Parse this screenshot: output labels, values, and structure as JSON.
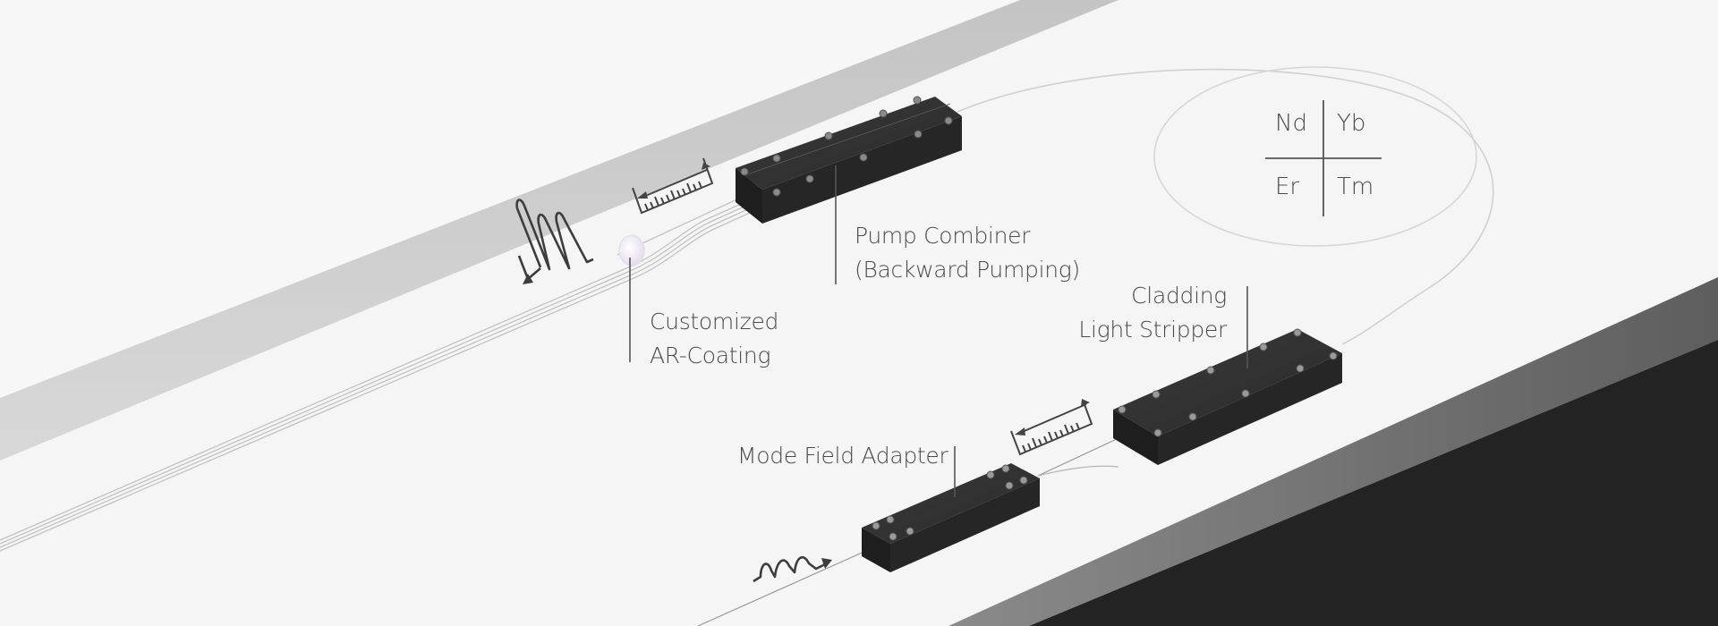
{
  "diagram": {
    "title": "Fiber laser component layout",
    "components": [
      {
        "id": "pump-combiner",
        "label_lines": [
          "Pump Combiner",
          "(Backward Pumping)"
        ]
      },
      {
        "id": "ar-coating",
        "label_lines": [
          "Customized",
          "AR-Coating"
        ]
      },
      {
        "id": "cladding-light-stripper",
        "label_lines": [
          "Cladding",
          "Light Stripper"
        ]
      },
      {
        "id": "mode-field-adapter",
        "label_lines": [
          "Mode Field Adapter"
        ]
      }
    ],
    "dopant_grid": {
      "cells": [
        "Nd",
        "Yb",
        "Er",
        "Tm"
      ]
    },
    "icons": [
      "pulse-output-icon",
      "pulse-input-icon",
      "length-ruler-icon",
      "length-ruler-icon"
    ]
  },
  "colors": {
    "background": "#f6f6f6",
    "rail": "#cfcfcf",
    "table_edge": "#6e6e6e",
    "floor": "#232323",
    "module": "#2e2e2e",
    "text": "#4a4a4a",
    "fiber": "#bdbdbd"
  }
}
